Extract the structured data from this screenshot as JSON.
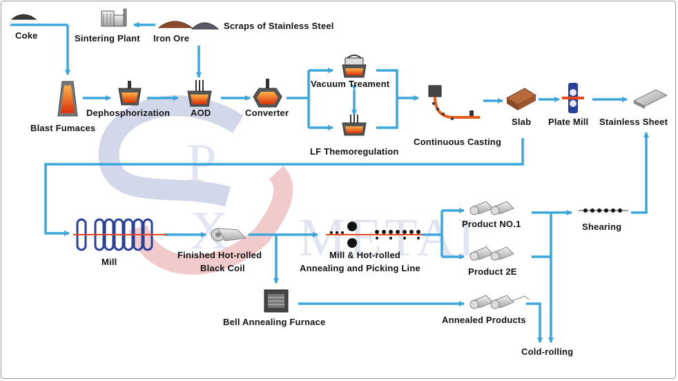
{
  "colors": {
    "arrow": "#3aa6dc",
    "label": "#111111",
    "watermark_blue": "#7f8fc4",
    "watermark_red": "#d86a6a",
    "furnace_orange": "#e65a1c"
  },
  "watermark": {
    "letters": [
      "P",
      "X",
      "METAL"
    ]
  },
  "labels": {
    "coke": "Coke",
    "sintering": "Sintering Plant",
    "iron_ore": "Iron Ore",
    "scraps": "Scraps of Stainless Steel",
    "blast": "Blast Fumaces",
    "dephos": "Dephosphorization",
    "aod": "AOD",
    "converter": "Converter",
    "vacuum": "Vacuum Treament",
    "lf": "LF Themoregulation",
    "casting": "Continuous Casting",
    "slab": "Slab",
    "plate_mill": "Plate Mill",
    "stainless_sheet": "Stainless Sheet",
    "mill": "Mill",
    "finished_1": "Finished Hot-rolled",
    "finished_2": "Black Coil",
    "mill_hot_1": "Mill & Hot-rolled",
    "mill_hot_2": "Annealing and Picking Line",
    "product1": "Product NO.1",
    "product2": "Product 2E",
    "shearing": "Shearing",
    "bell": "Bell Annealing Furnace",
    "annealed": "Annealed Products",
    "cold_rolling": "Cold-rolling"
  },
  "icons": [
    "coke-pile-icon",
    "sintering-plant-icon",
    "iron-ore-pile-icon",
    "scrap-pile-icon",
    "blast-furnace-icon",
    "dephosphorization-ladle-icon",
    "aod-vessel-icon",
    "converter-icon",
    "vacuum-vessel-icon",
    "lf-vessel-icon",
    "continuous-caster-icon",
    "slab-icon",
    "plate-mill-icon",
    "stainless-sheet-icon",
    "rolling-mill-icon",
    "black-coil-icon",
    "annealing-line-icon",
    "product-coils-icon",
    "shearing-rollers-icon",
    "bell-furnace-icon",
    "annealed-coils-icon"
  ]
}
